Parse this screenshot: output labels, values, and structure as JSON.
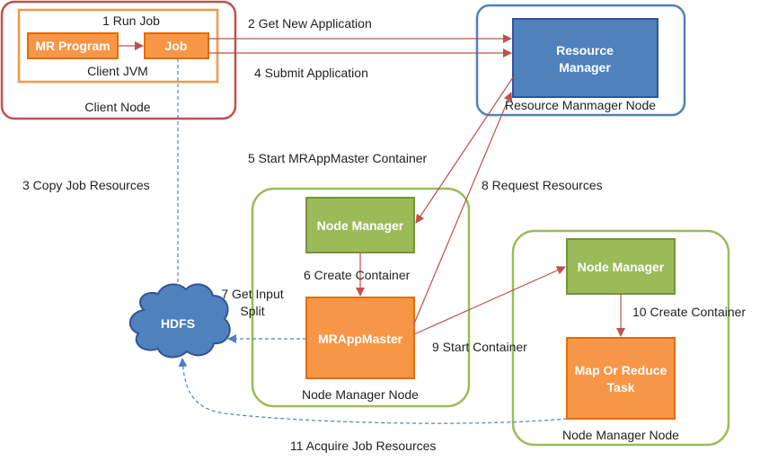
{
  "colors": {
    "client_border": "#c0504d",
    "rm_border": "#4f81bd",
    "nm_border": "#9bbb59",
    "orange_fill": "#f79646",
    "orange_border": "#e46c0a",
    "blue_fill": "#4f81bd",
    "blue_border": "#2f5597",
    "green_fill": "#9bbb59",
    "green_border": "#77933c",
    "solid_arrow": "#c0504d",
    "dashed_arrow": "#4f81bd"
  },
  "nodes": {
    "client_node": "Client Node",
    "client_jvm": "Client JVM",
    "mr_program": "MR Program",
    "job": "Job",
    "resource_manager_line1": "Resource",
    "resource_manager_line2": "Manager",
    "resource_manager_node": "Resource Manmager Node",
    "node_manager_1": "Node Manager",
    "mr_app_master": "MRAppMaster",
    "node_manager_node_1": "Node Manager Node",
    "node_manager_2": "Node Manager",
    "map_reduce_task_line1": "Map Or Reduce",
    "map_reduce_task_line2": "Task",
    "node_manager_node_2": "Node Manager Node",
    "hdfs": "HDFS"
  },
  "steps": {
    "s1": "1 Run Job",
    "s2": "2 Get New Application",
    "s3": "3 Copy Job Resources",
    "s4": "4 Submit Application",
    "s5": "5 Start MRAppMaster Container",
    "s6": "6 Create Container",
    "s7_line1": "7 Get Input",
    "s7_line2": "Split",
    "s8": "8 Request Resources",
    "s9": "9 Start Container",
    "s10": "10 Create Container",
    "s11": "11 Acquire Job Resources"
  }
}
